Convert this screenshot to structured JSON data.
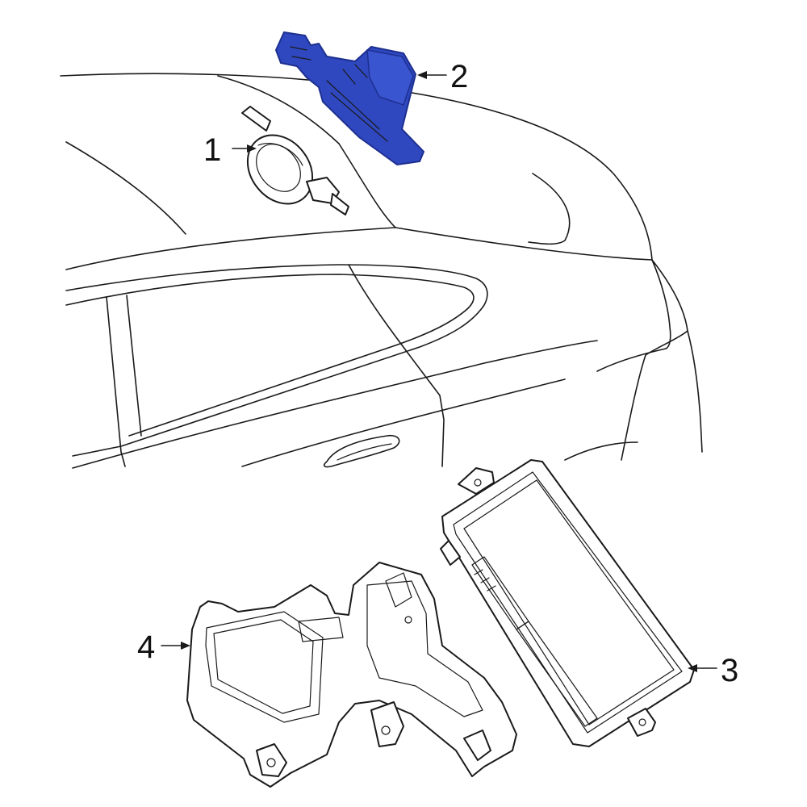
{
  "callouts": [
    {
      "id": "1",
      "text": "1"
    },
    {
      "id": "2",
      "text": "2"
    },
    {
      "id": "3",
      "text": "3"
    },
    {
      "id": "4",
      "text": "4"
    }
  ],
  "colors": {
    "highlight": "#2f48c0",
    "highlight_dark": "#1d2f8f",
    "line": "#1a1a1a",
    "background": "#ffffff"
  }
}
